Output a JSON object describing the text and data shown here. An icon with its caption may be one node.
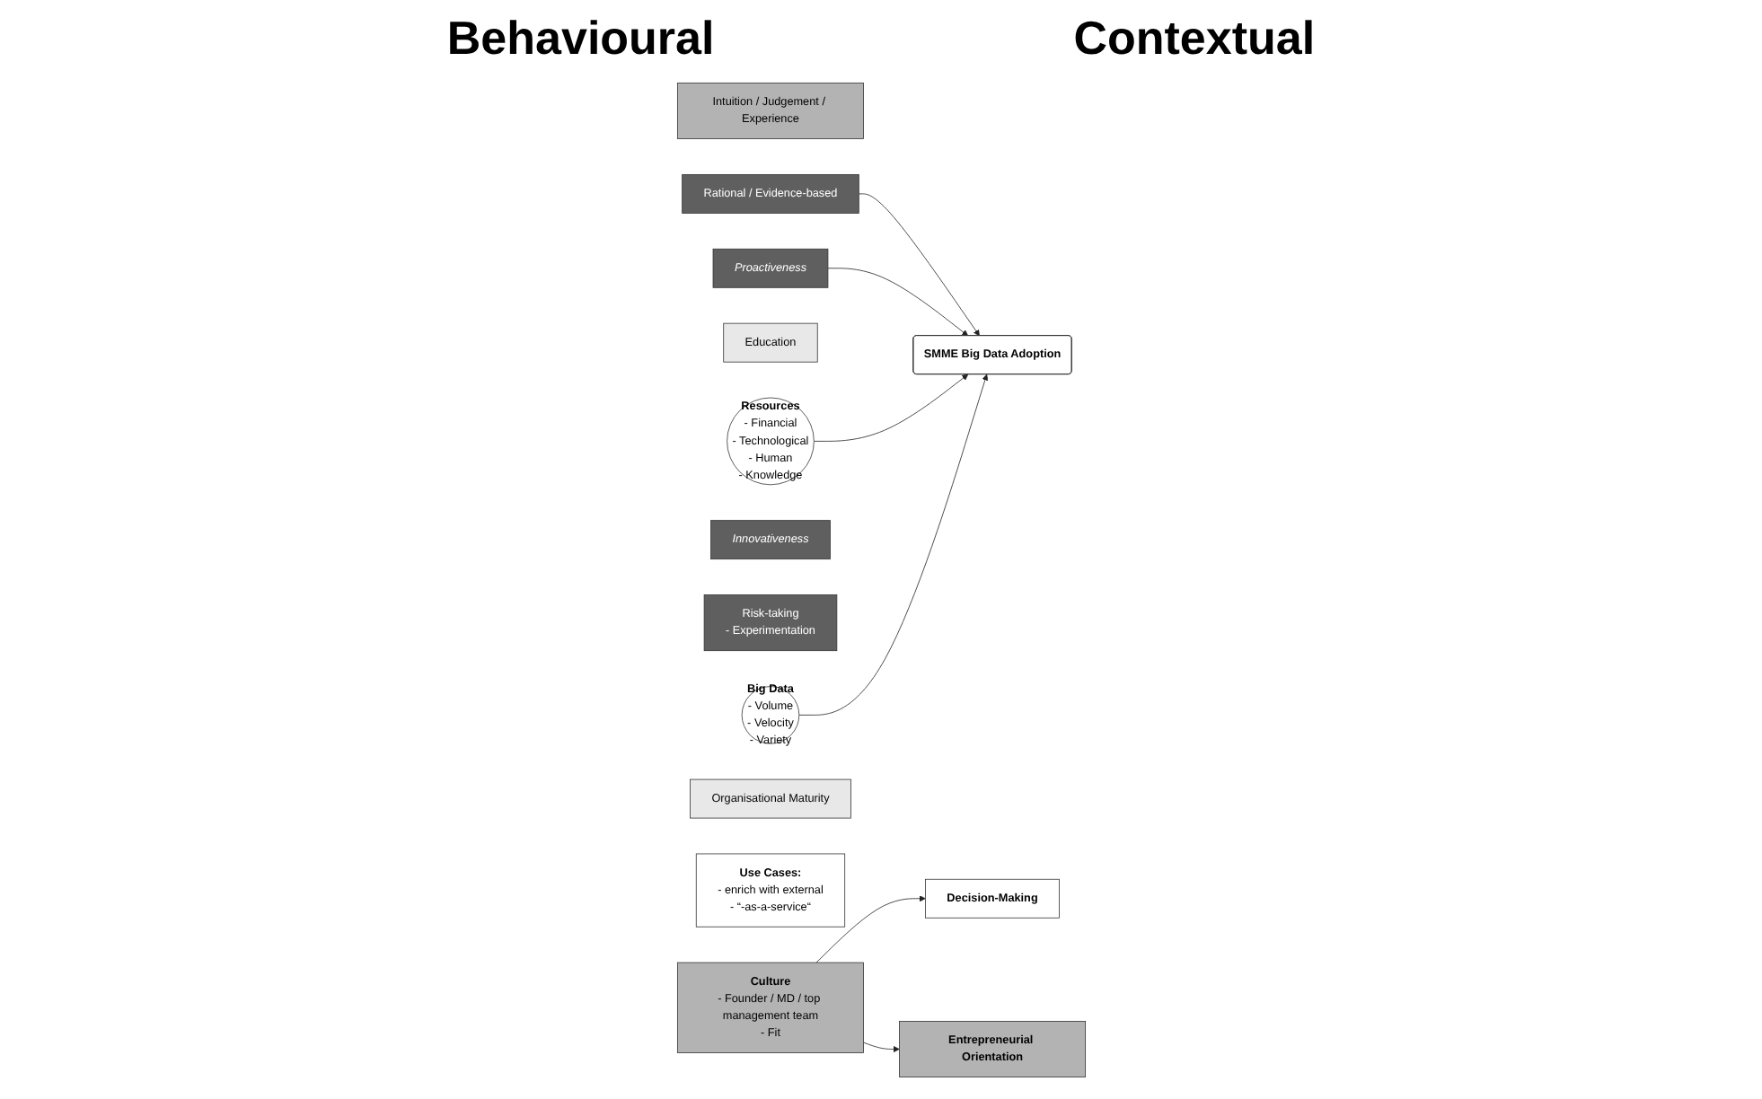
{
  "diagram": {
    "nodes": [
      {
        "text": [
          "Decision-Making"
        ]
      },
      {
        "text": [
          "Intuition / Judgement / Experience"
        ]
      },
      {
        "text": [
          "Rational / Evidence-based"
        ]
      },
      {
        "text": [
          "Culture",
          "- Founder / MD / top management team",
          "- Fit"
        ]
      },
      {
        "text": [
          "Education"
        ]
      },
      {
        "text": [
          "Entrepreneurial Orientation"
        ]
      },
      {
        "text": [
          "Proactiveness"
        ]
      },
      {
        "text": [
          "Innovativeness"
        ]
      },
      {
        "text": [
          "Risk-taking",
          "- Experimentation"
        ]
      },
      {
        "text": [
          "SMME Big Data Adoption"
        ]
      },
      {
        "text": [
          "Resources",
          "- Financial",
          "- Technological",
          "- Human",
          "- Knowledge"
        ]
      },
      {
        "text": [
          "Organisational Maturity"
        ]
      },
      {
        "text": [
          "Use Cases:",
          "- enrich with external",
          "- “-as-a-service“"
        ]
      },
      {
        "text": [
          "Big Data",
          "- Volume",
          "- Velocity",
          "- Variety"
        ]
      }
    ],
    "edges": [
      {
        "from": 3,
        "to": 0,
        "arrow": "to"
      },
      {
        "from": 3,
        "to": 5,
        "arrow": "to"
      },
      {
        "from": 2,
        "to": 9,
        "arrow": "to"
      },
      {
        "from": 6,
        "to": 9,
        "arrow": "to"
      },
      {
        "from": 10,
        "to": 9,
        "arrow": "to"
      },
      {
        "from": 13,
        "to": 9,
        "arrow": "to"
      }
    ],
    "labels": [
      "Behavioural",
      "Contextual"
    ]
  }
}
